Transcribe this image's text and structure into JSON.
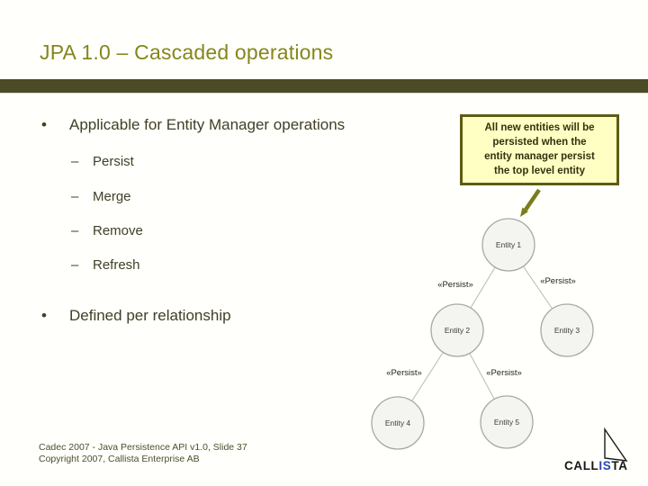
{
  "slide": {
    "title": "JPA 1.0 – Cascaded operations",
    "bullet_glyph": "•",
    "sub_dash": "–",
    "bullet1": "Applicable for Entity Manager operations",
    "sub_items": [
      "Persist",
      "Merge",
      "Remove",
      "Refresh"
    ],
    "bullet2": "Defined per relationship",
    "callout": {
      "lines": [
        "All new entities will be",
        "persisted when the",
        "entity manager persist",
        "the top level entity"
      ]
    }
  },
  "diagram": {
    "nodes": [
      {
        "label": "Entity 1"
      },
      {
        "label": "Entity 2"
      },
      {
        "label": "Entity 3"
      },
      {
        "label": "Entity 4"
      },
      {
        "label": "Entity 5"
      }
    ],
    "edge_labels": [
      "«Persist»",
      "«Persist»",
      "«Persist»",
      "«Persist»"
    ]
  },
  "footer": {
    "line1": "Cadec 2007 - Java Persistence API v1.0, Slide 37",
    "line2": "Copyright 2007, Callista Enterprise AB"
  },
  "logo": {
    "part1": "CALL",
    "part2": "IS",
    "part3": "TA"
  },
  "colors": {
    "title_olive": "#85861d",
    "divider_bar": "#4b4c26",
    "body_text": "#403f26",
    "callout_bg": "#ffffc4",
    "callout_border": "#5c5c14",
    "arrow_olive": "#7b7c1a",
    "node_fill": "#f4f4f1",
    "node_stroke": "#a8a8a8",
    "logo_blue": "#2a46b4"
  }
}
